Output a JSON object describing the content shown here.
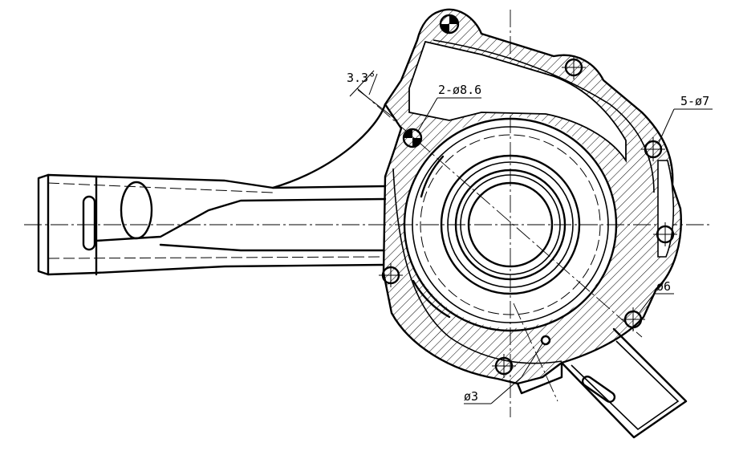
{
  "labels": {
    "angle": "3.3°",
    "holes_large": "2-ø8.6",
    "holes_bolt": "5-ø7",
    "hole_small": "ø6",
    "hole_tiny": "ø3"
  },
  "colors": {
    "line": "#000000",
    "background": "#ffffff"
  }
}
